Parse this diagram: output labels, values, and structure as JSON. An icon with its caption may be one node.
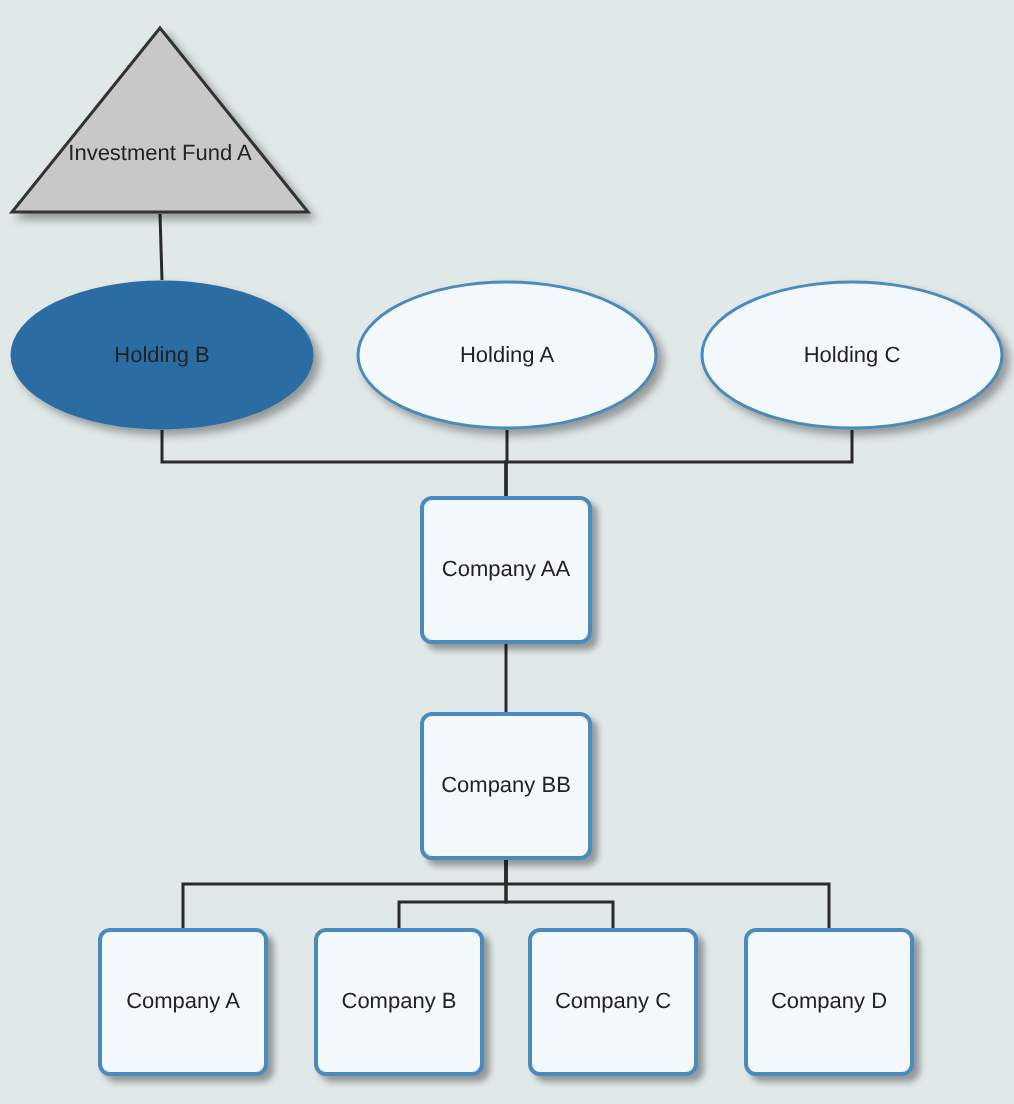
{
  "diagram": {
    "nodes": [
      {
        "text": [
          "Investment Fund A"
        ]
      },
      {
        "text": [
          "Holding B"
        ]
      },
      {
        "text": [
          "Holding A"
        ]
      },
      {
        "text": [
          "Holding C"
        ]
      },
      {
        "text": [
          "Company AA"
        ]
      },
      {
        "text": [
          "Company BB"
        ]
      },
      {
        "text": [
          "Company A"
        ]
      },
      {
        "text": [
          "Company B"
        ]
      },
      {
        "text": [
          "Company C"
        ]
      },
      {
        "text": [
          "Company D"
        ]
      }
    ],
    "edges": [
      {
        "from": 0,
        "to": 1,
        "arrow": "none"
      },
      {
        "from": 1,
        "to": 4,
        "arrow": "none"
      },
      {
        "from": 2,
        "to": 4,
        "arrow": "none"
      },
      {
        "from": 3,
        "to": 4,
        "arrow": "none"
      },
      {
        "from": 4,
        "to": 5,
        "arrow": "none"
      },
      {
        "from": 5,
        "to": 6,
        "arrow": "none"
      },
      {
        "from": 5,
        "to": 7,
        "arrow": "none"
      },
      {
        "from": 5,
        "to": 8,
        "arrow": "none"
      },
      {
        "from": 5,
        "to": 9,
        "arrow": "none"
      }
    ]
  }
}
